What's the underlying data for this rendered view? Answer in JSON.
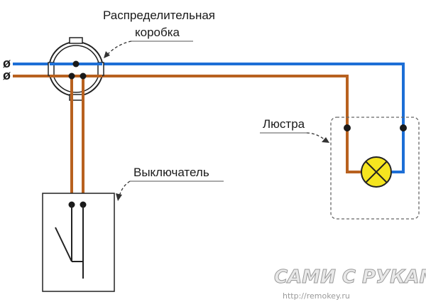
{
  "labels": {
    "junction_box_line1": "Распределительная",
    "junction_box_line2": "коробка",
    "chandelier": "Люстра",
    "switch": "Выключатель"
  },
  "terminals": {
    "symbol_1": "ø",
    "symbol_2": "ø"
  },
  "watermark": {
    "title": "Сами с Руками",
    "url": "http://remokey.ru"
  },
  "colors": {
    "wire_blue": "#1d6fd6",
    "wire_brown": "#b8611f",
    "lamp_fill": "#f5e51f",
    "node": "#1a1a1a"
  }
}
